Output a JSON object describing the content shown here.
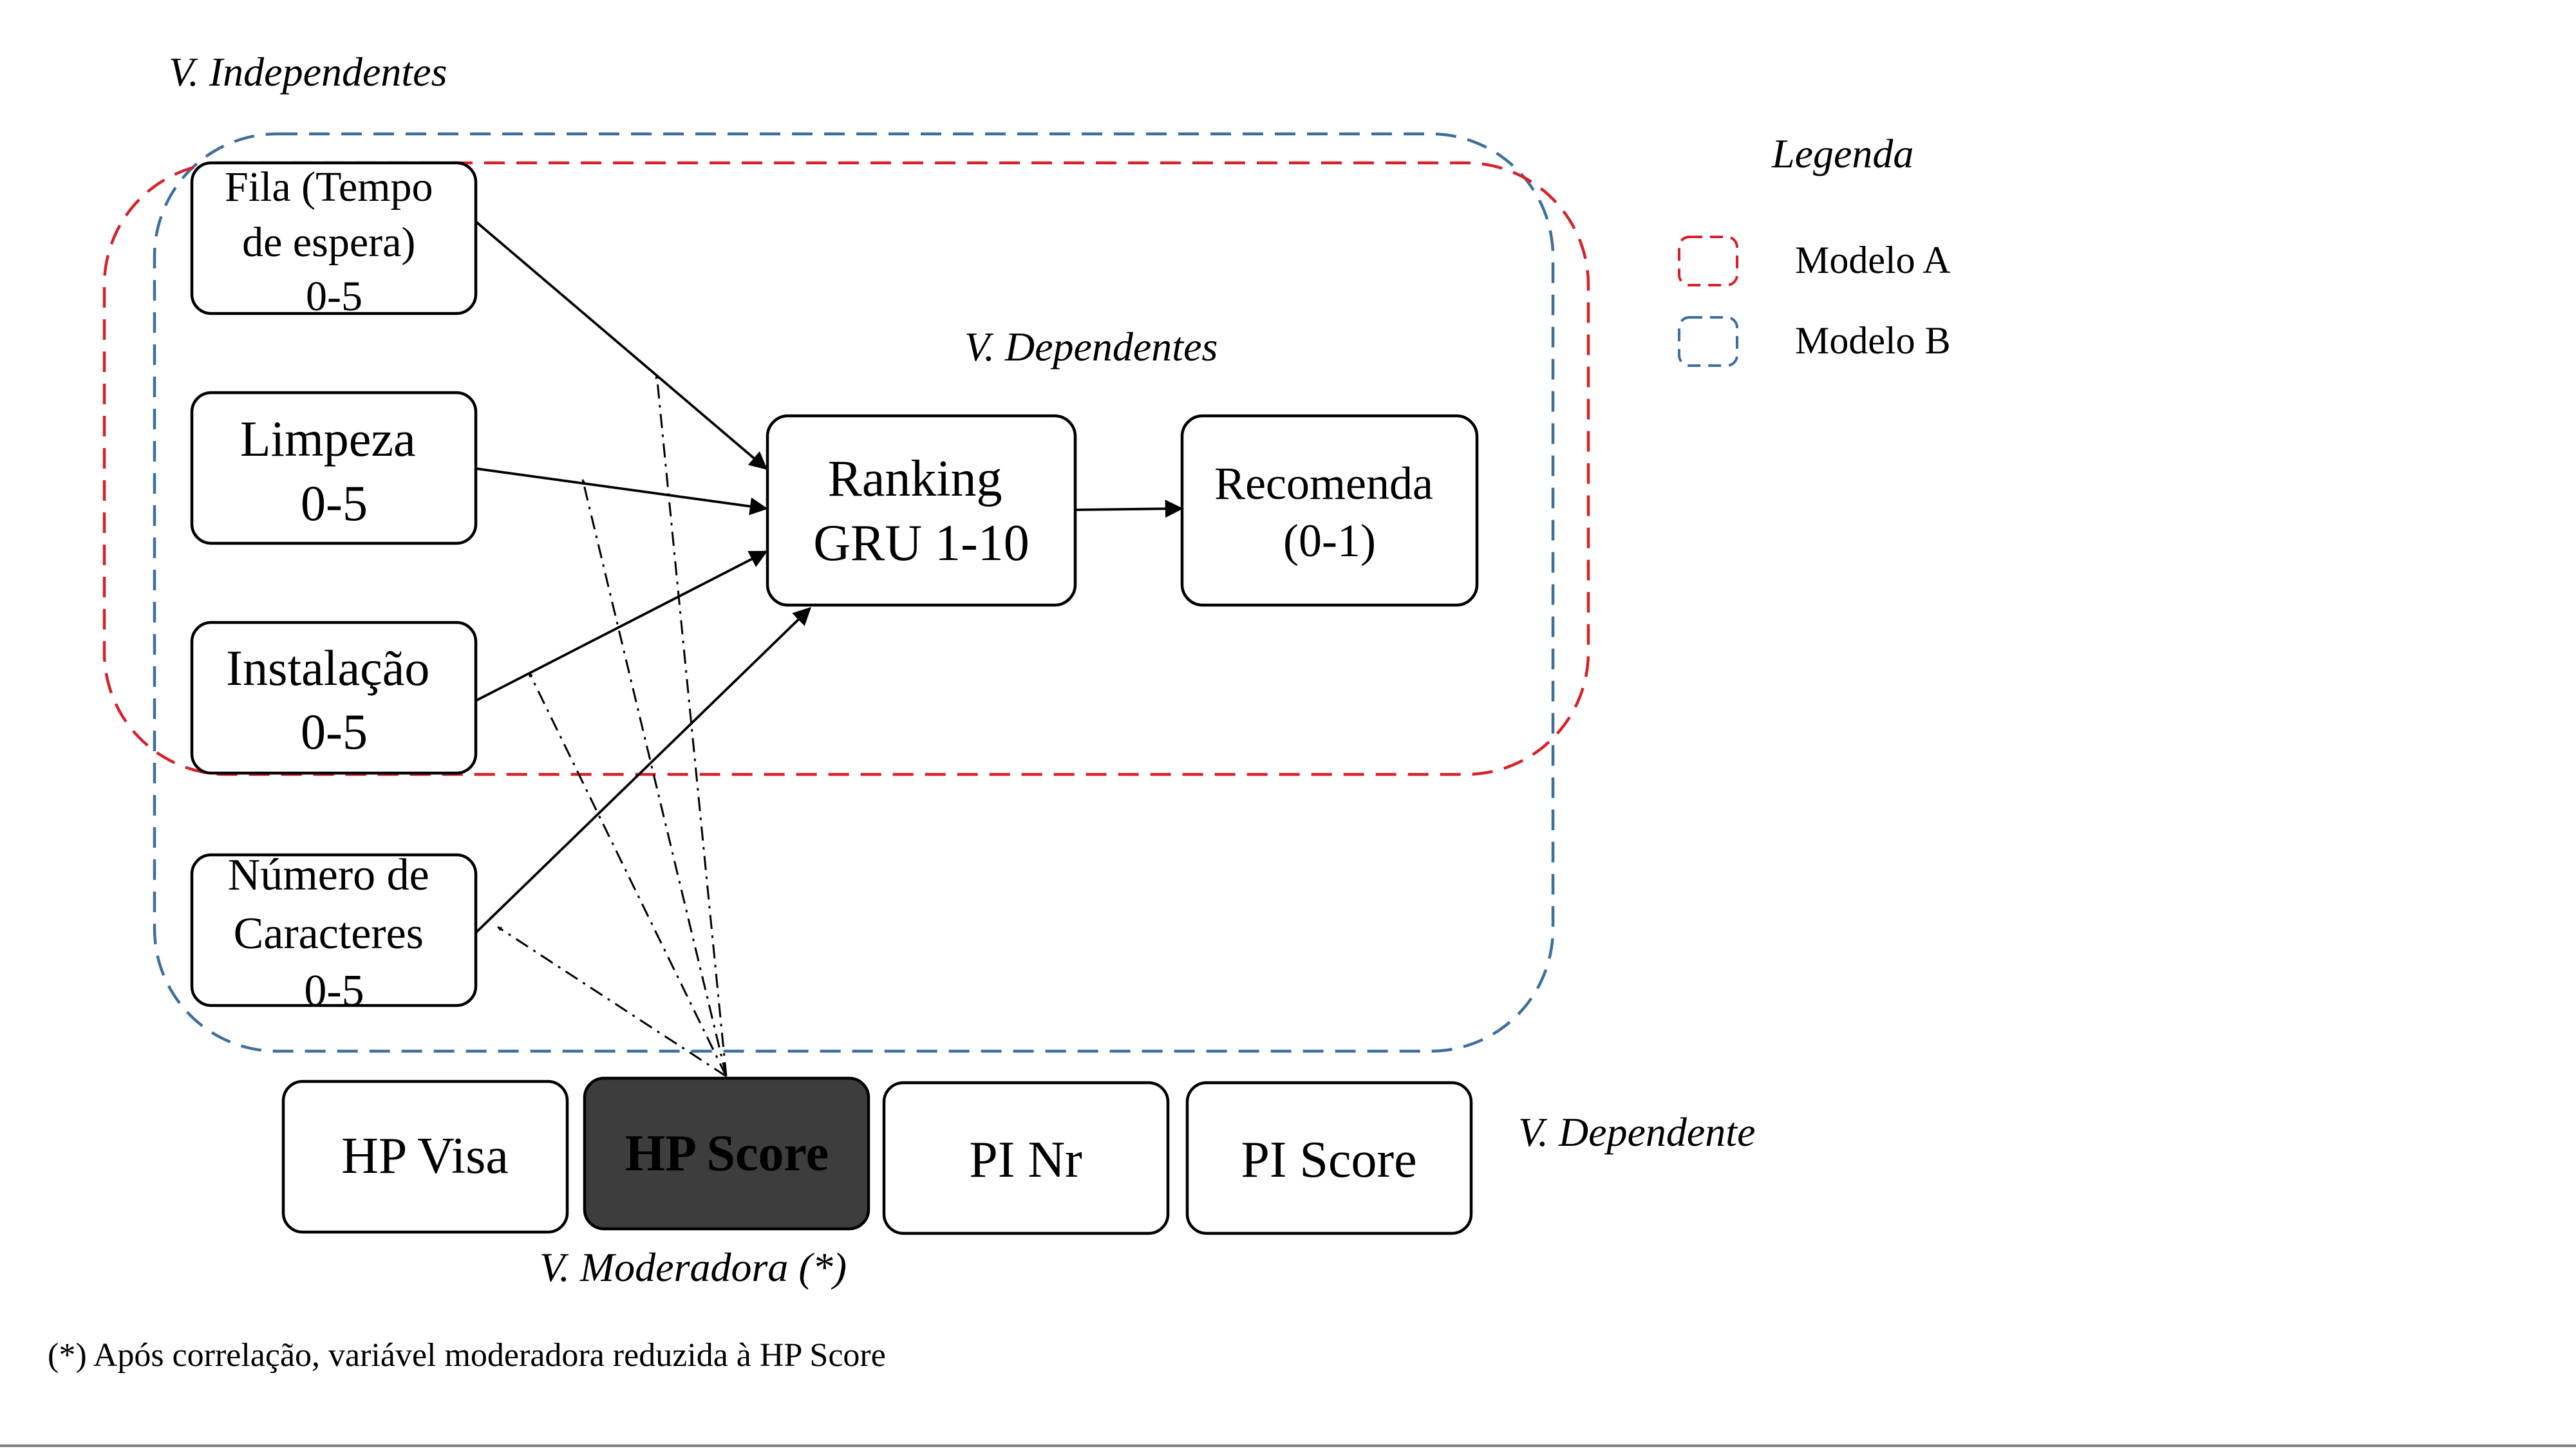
{
  "labels": {
    "independentes": "V. Independentes",
    "dependentes": "V.  Dependentes",
    "dependente": "V.  Dependente",
    "moderadora": "V. Moderadora (*)",
    "legenda": "Legenda",
    "footnote": "(*) Após correlação, variável moderadora reduzida à HP Score"
  },
  "legend": [
    {
      "label": "Modelo A",
      "color": "#d6212b"
    },
    {
      "label": "Modelo B",
      "color": "#3d6f9e"
    }
  ],
  "independent_vars": [
    {
      "lines": [
        "Fila (Tempo",
        "de espera)",
        "0-5"
      ]
    },
    {
      "lines": [
        "Limpeza",
        "0-5"
      ]
    },
    {
      "lines": [
        "Instalação",
        "0-5"
      ]
    },
    {
      "lines": [
        "Número de",
        "Caracteres",
        "0-5"
      ]
    }
  ],
  "dependent_vars": [
    {
      "lines": [
        "Ranking",
        "GRU 1-10"
      ]
    },
    {
      "lines": [
        "Recomenda",
        "(0-1)"
      ]
    }
  ],
  "moderator_vars": [
    {
      "label": "HP Visa",
      "highlighted": false
    },
    {
      "label": "HP Score",
      "highlighted": true
    },
    {
      "label": "PI Nr",
      "highlighted": false
    },
    {
      "label": "PI Score",
      "highlighted": false
    }
  ],
  "colors": {
    "modelo_a": "#d6212b",
    "modelo_b": "#3d6f9e",
    "highlight_fill": "#3d3d3d",
    "highlight_text": "#ffffff"
  }
}
